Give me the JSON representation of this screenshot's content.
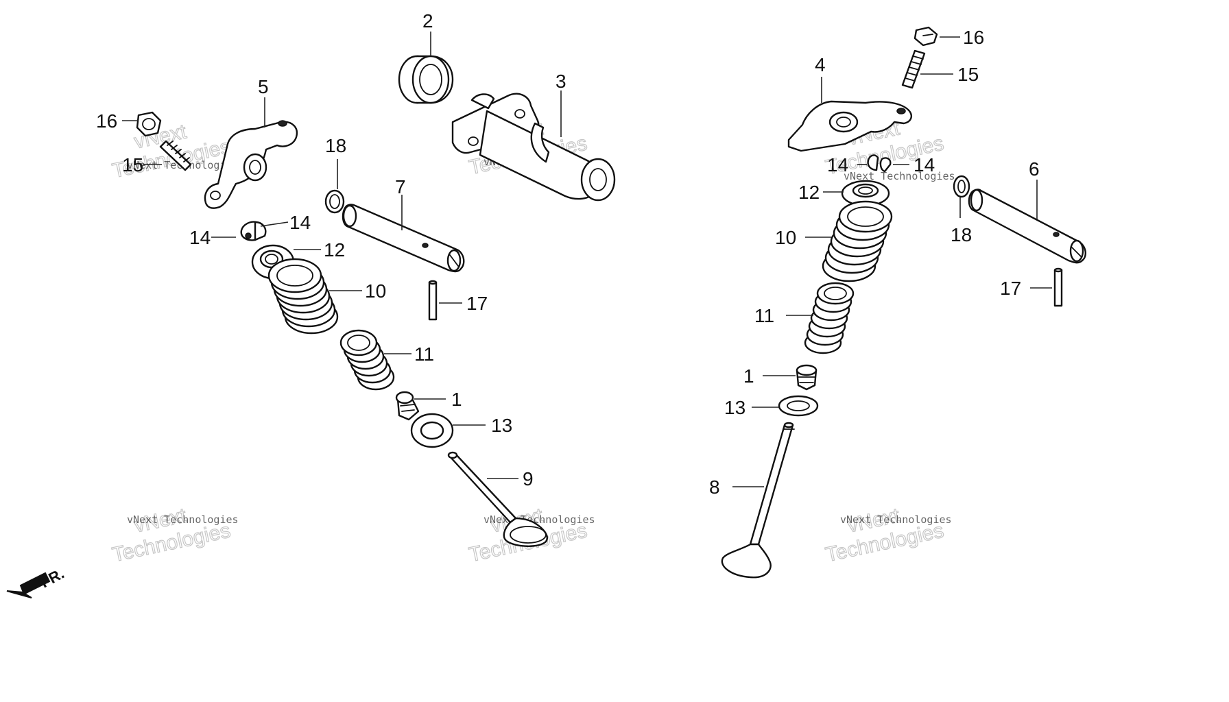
{
  "callouts": {
    "n1": "1",
    "n2": "2",
    "n3": "3",
    "n4": "4",
    "n5": "5",
    "n6": "6",
    "n7": "7",
    "n8": "8",
    "n9": "9",
    "n10": "10",
    "n11": "11",
    "n12": "12",
    "n13": "13",
    "n14": "14",
    "n15": "15",
    "n16": "16",
    "n17": "17",
    "n18": "18"
  },
  "watermark": {
    "line_small": "vNext Technologies",
    "line_big_1": "vNext",
    "line_big_2": "Technologies"
  },
  "direction_label": "FR.",
  "colors": {
    "line": "#111111",
    "background": "#ffffff",
    "watermark": "#b8b8b8"
  }
}
